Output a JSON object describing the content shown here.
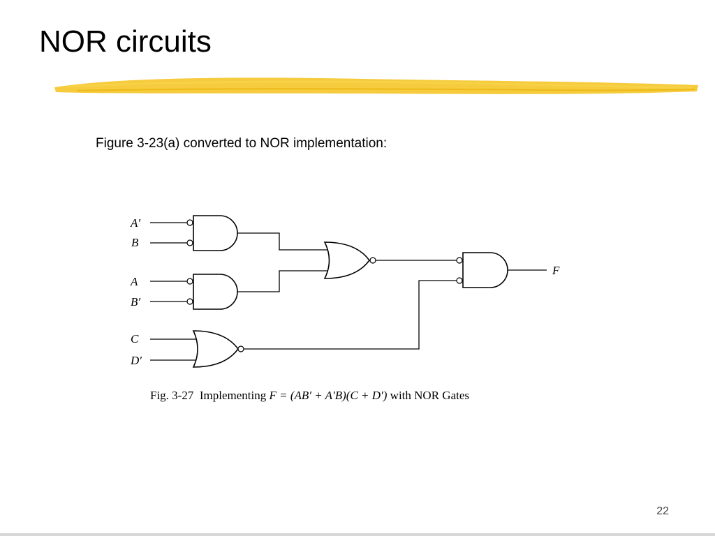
{
  "slide": {
    "title": "NOR circuits",
    "subtitle": "Figure 3-23(a) converted to NOR implementation:",
    "page_number": "22",
    "accent_color": "#f4c21b"
  },
  "diagram": {
    "inputs": [
      "A′",
      "B",
      "A",
      "B′",
      "C",
      "D′"
    ],
    "output": "F",
    "caption": {
      "prefix": "Fig. 3-27  Implementing ",
      "expression": "F = (AB′ + A′B)(C + D′)",
      "suffix": " with NOR Gates"
    }
  }
}
